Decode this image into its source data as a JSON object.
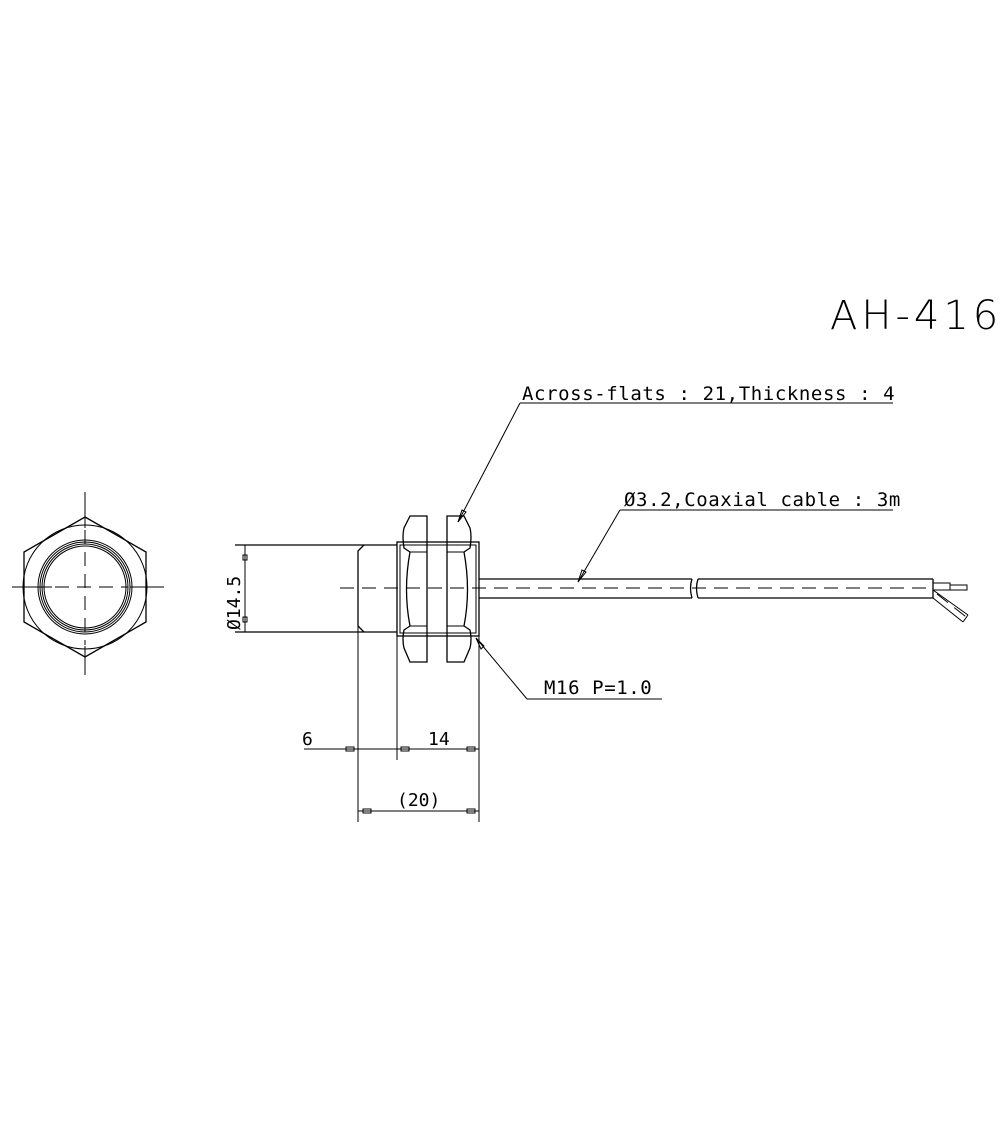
{
  "drawing": {
    "part_number": "AH-416",
    "annotations": {
      "across_flats": "Across-flats : 21,Thickness : 4",
      "cable": "Ø3.2,Coaxial cable : 3m",
      "thread": "M16  P=1.0"
    },
    "dimensions": {
      "diameter": "Ø14.5",
      "front_length": "6",
      "thread_length": "14",
      "total_length": "(20)"
    },
    "views": [
      "end-view-hex",
      "side-view"
    ],
    "colors": {
      "line": "#000000",
      "background": "#ffffff"
    }
  }
}
